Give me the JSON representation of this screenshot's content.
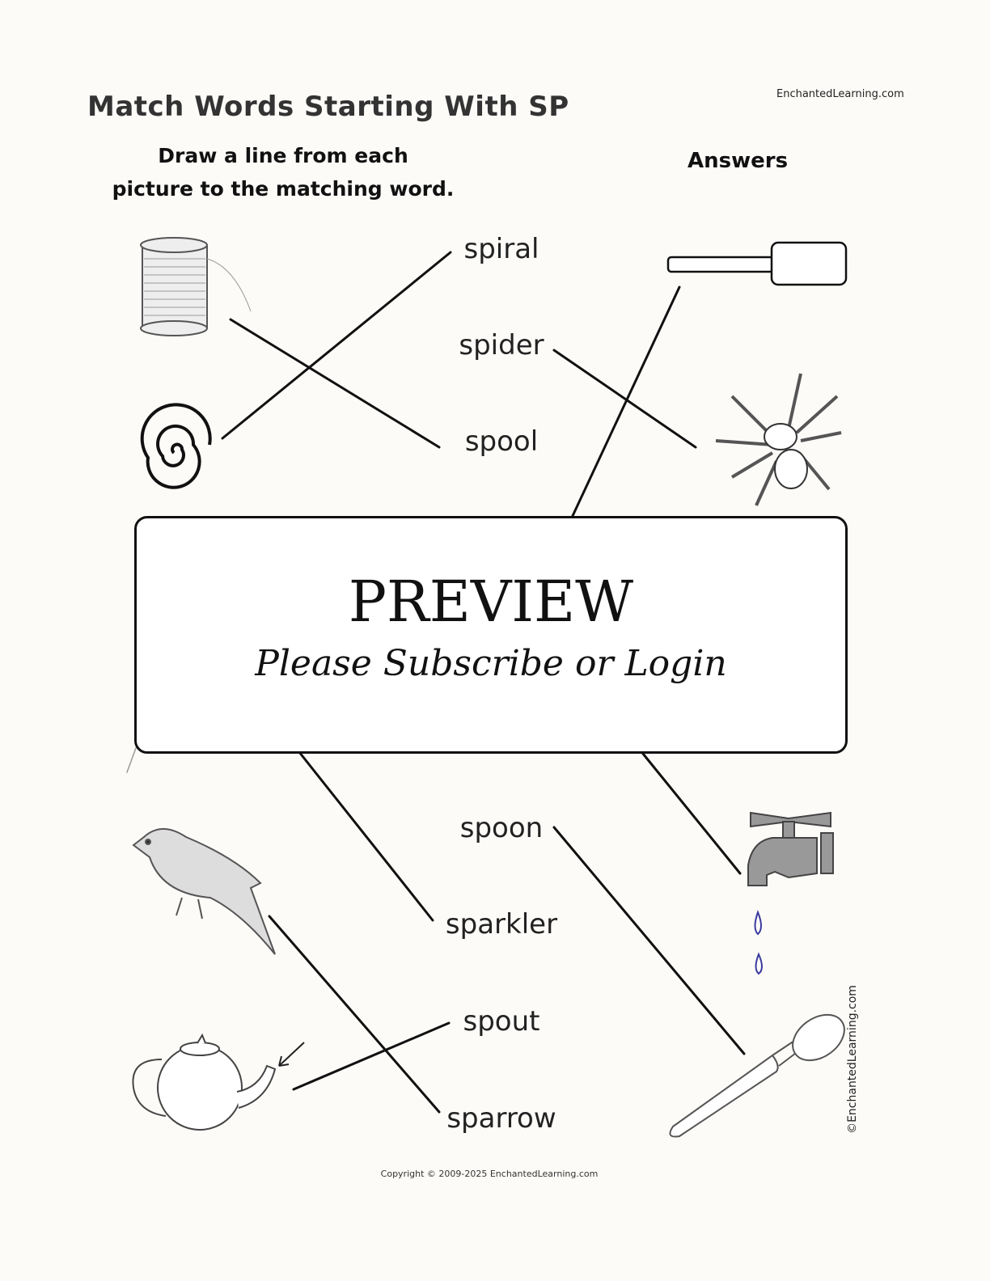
{
  "header": {
    "title": "Match Words Starting With SP",
    "site": "EnchantedLearning.com",
    "instructions_line1": "Draw a line from each",
    "instructions_line2": "picture to the matching word.",
    "answers_label": "Answers"
  },
  "words": [
    "spiral",
    "spider",
    "spool",
    "spoon",
    "sparkler",
    "spout",
    "sparrow"
  ],
  "pictures_left": [
    "spool-icon",
    "spiral-icon",
    "sparrow-icon",
    "teapot-icon"
  ],
  "pictures_right": [
    "sparkler-icon",
    "spider-icon",
    "faucet-icon",
    "spoon-icon"
  ],
  "overlay": {
    "title": "PREVIEW",
    "subtitle": "Please Subscribe or Login"
  },
  "footer": {
    "copyright": "Copyright © 2009-2025 EnchantedLearning.com",
    "vertical_credit": "©EnchantedLearning.com"
  },
  "colors": {
    "background": "#fcfbf8",
    "line": "#111111",
    "drop": "#3a3aa0"
  }
}
